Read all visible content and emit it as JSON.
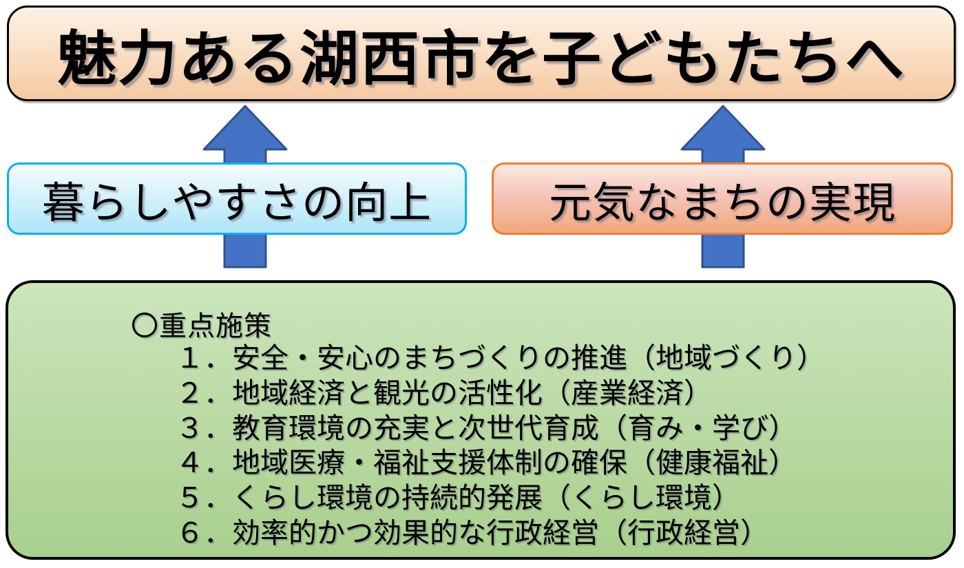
{
  "banner": {
    "title": "魅力ある湖西市を子どもたちへ"
  },
  "goals": {
    "left": {
      "label": "暮らしやすさの向上"
    },
    "right": {
      "label": "元気なまちの実現"
    }
  },
  "policies": {
    "heading": "〇重点施策",
    "items": [
      "１．安全・安心のまちづくりの推進（地域づくり）",
      "２．地域経済と観光の活性化（産業経済）",
      "３．教育環境の充実と次世代育成（育み・学び）",
      "４．地域医療・福祉支援体制の確保（健康福祉）",
      "５．くらし環境の持続的発展（くらし環境）",
      "６．効率的かつ効果的な行政経営（行政経営）"
    ]
  },
  "colors": {
    "arrow_fill": "#4472C4",
    "arrow_stroke": "#2F528F",
    "banner_border": "#000000",
    "banner_fill_top": "#FDF1E5",
    "banner_fill_bottom": "#F5C9A2",
    "goal_left_border": "#00B0F0",
    "goal_left_fill_top": "#F4FCFE",
    "goal_left_fill_bottom": "#AEE5F7",
    "goal_right_border": "#ED7D31",
    "goal_right_fill_top": "#FBE9E3",
    "goal_right_fill_bottom": "#F1A97C",
    "policies_border": "#000000",
    "policies_fill_top": "#CCE5BC",
    "policies_fill_bottom": "#A8D08D",
    "text": "#000000"
  }
}
